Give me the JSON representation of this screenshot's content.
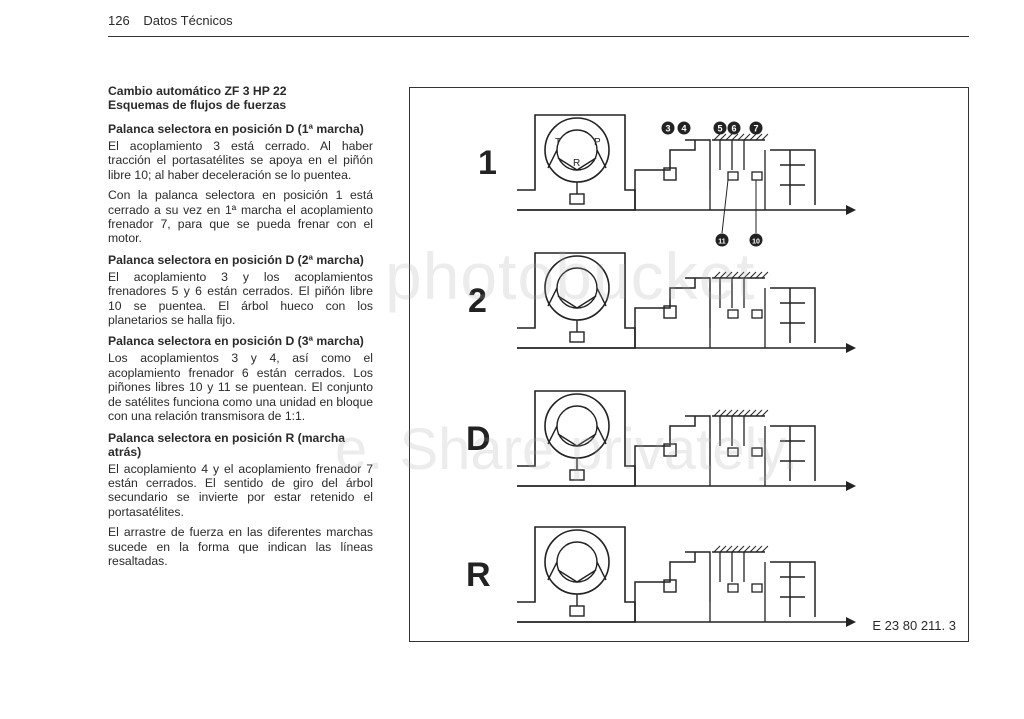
{
  "header": {
    "page": "126",
    "title": "Datos Técnicos"
  },
  "body": {
    "title1": "Cambio automático ZF 3 HP 22",
    "title2": "Esquemas de flujos de fuerzas",
    "s1_head": "Palanca selectora en posición D (1ª marcha)",
    "s1_p1": "El acoplamiento 3 está cerrado. Al haber tracción el portasatélites se apoya en el piñón libre 10; al haber deceleración se lo puentea.",
    "s1_p2": "Con la palanca selectora en posición 1 está cerrado a su vez en 1ª marcha el acoplamiento frenador 7, para que se pueda frenar con el motor.",
    "s2_head": "Palanca selectora en posición D (2ª marcha)",
    "s2_p1": "El acoplamiento 3 y los acoplamientos frenadores 5 y 6 están cerrados. El piñón libre 10 se puentea. El árbol hueco con los planetarios se halla fijo.",
    "s3_head": "Palanca selectora en posición D (3ª marcha)",
    "s3_p1": "Los acoplamientos 3 y 4, así como el acoplamiento frenador 6 están cerrados. Los piñones libres 10 y 11 se puentean. El conjunto de satélites funciona como una unidad en bloque con una relación transmisora de 1:1.",
    "s4_head": "Palanca selectora en posición R (marcha atrás)",
    "s4_p1": "El acoplamiento 4 y el acoplamiento frenador 7 están cerrados. El sentido de giro del árbol secundario se invierte por estar retenido el portasatélites.",
    "s4_p2": "El arrastre de fuerza en las diferentes marchas sucede en la forma que indican las líneas resaltadas."
  },
  "figure": {
    "rows": [
      {
        "label": "1"
      },
      {
        "label": "2"
      },
      {
        "label": "D"
      },
      {
        "label": "R"
      }
    ],
    "converter_labels": {
      "t": "T",
      "p": "P",
      "r": "R"
    },
    "callouts": [
      "3",
      "4",
      "5",
      "6",
      "7",
      "11",
      "10"
    ],
    "code": "E 23 80 211. 3"
  },
  "watermark": {
    "top": "photobucket",
    "bottom": "e. Share privately."
  }
}
